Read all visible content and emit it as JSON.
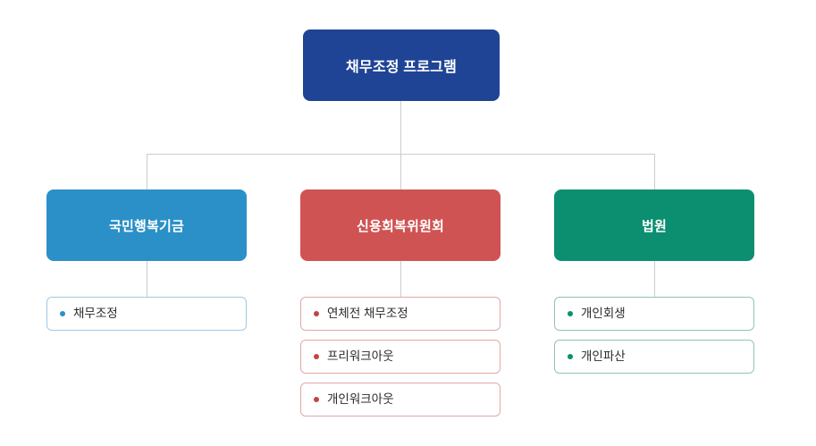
{
  "diagram": {
    "root": {
      "label": "채무조정 프로그램",
      "color": "#1f4496"
    },
    "branches": [
      {
        "label": "국민행복기금",
        "color": "#2b90c8",
        "bullet_color": "#2b90c8",
        "border_color": "#9ec9e6",
        "items": [
          {
            "label": "채무조정"
          }
        ]
      },
      {
        "label": "신용회복위원회",
        "color": "#d05353",
        "bullet_color": "#c2453f",
        "border_color": "#e0a9a9",
        "items": [
          {
            "label": "연체전 채무조정"
          },
          {
            "label": "프리워크아웃"
          },
          {
            "label": "개인워크아웃"
          }
        ]
      },
      {
        "label": "법원",
        "color": "#0b8f70",
        "bullet_color": "#0b8f70",
        "border_color": "#8fc4b6",
        "items": [
          {
            "label": "개인회생"
          },
          {
            "label": "개인파산"
          }
        ]
      }
    ],
    "connector_color": "#c9cdd2"
  }
}
